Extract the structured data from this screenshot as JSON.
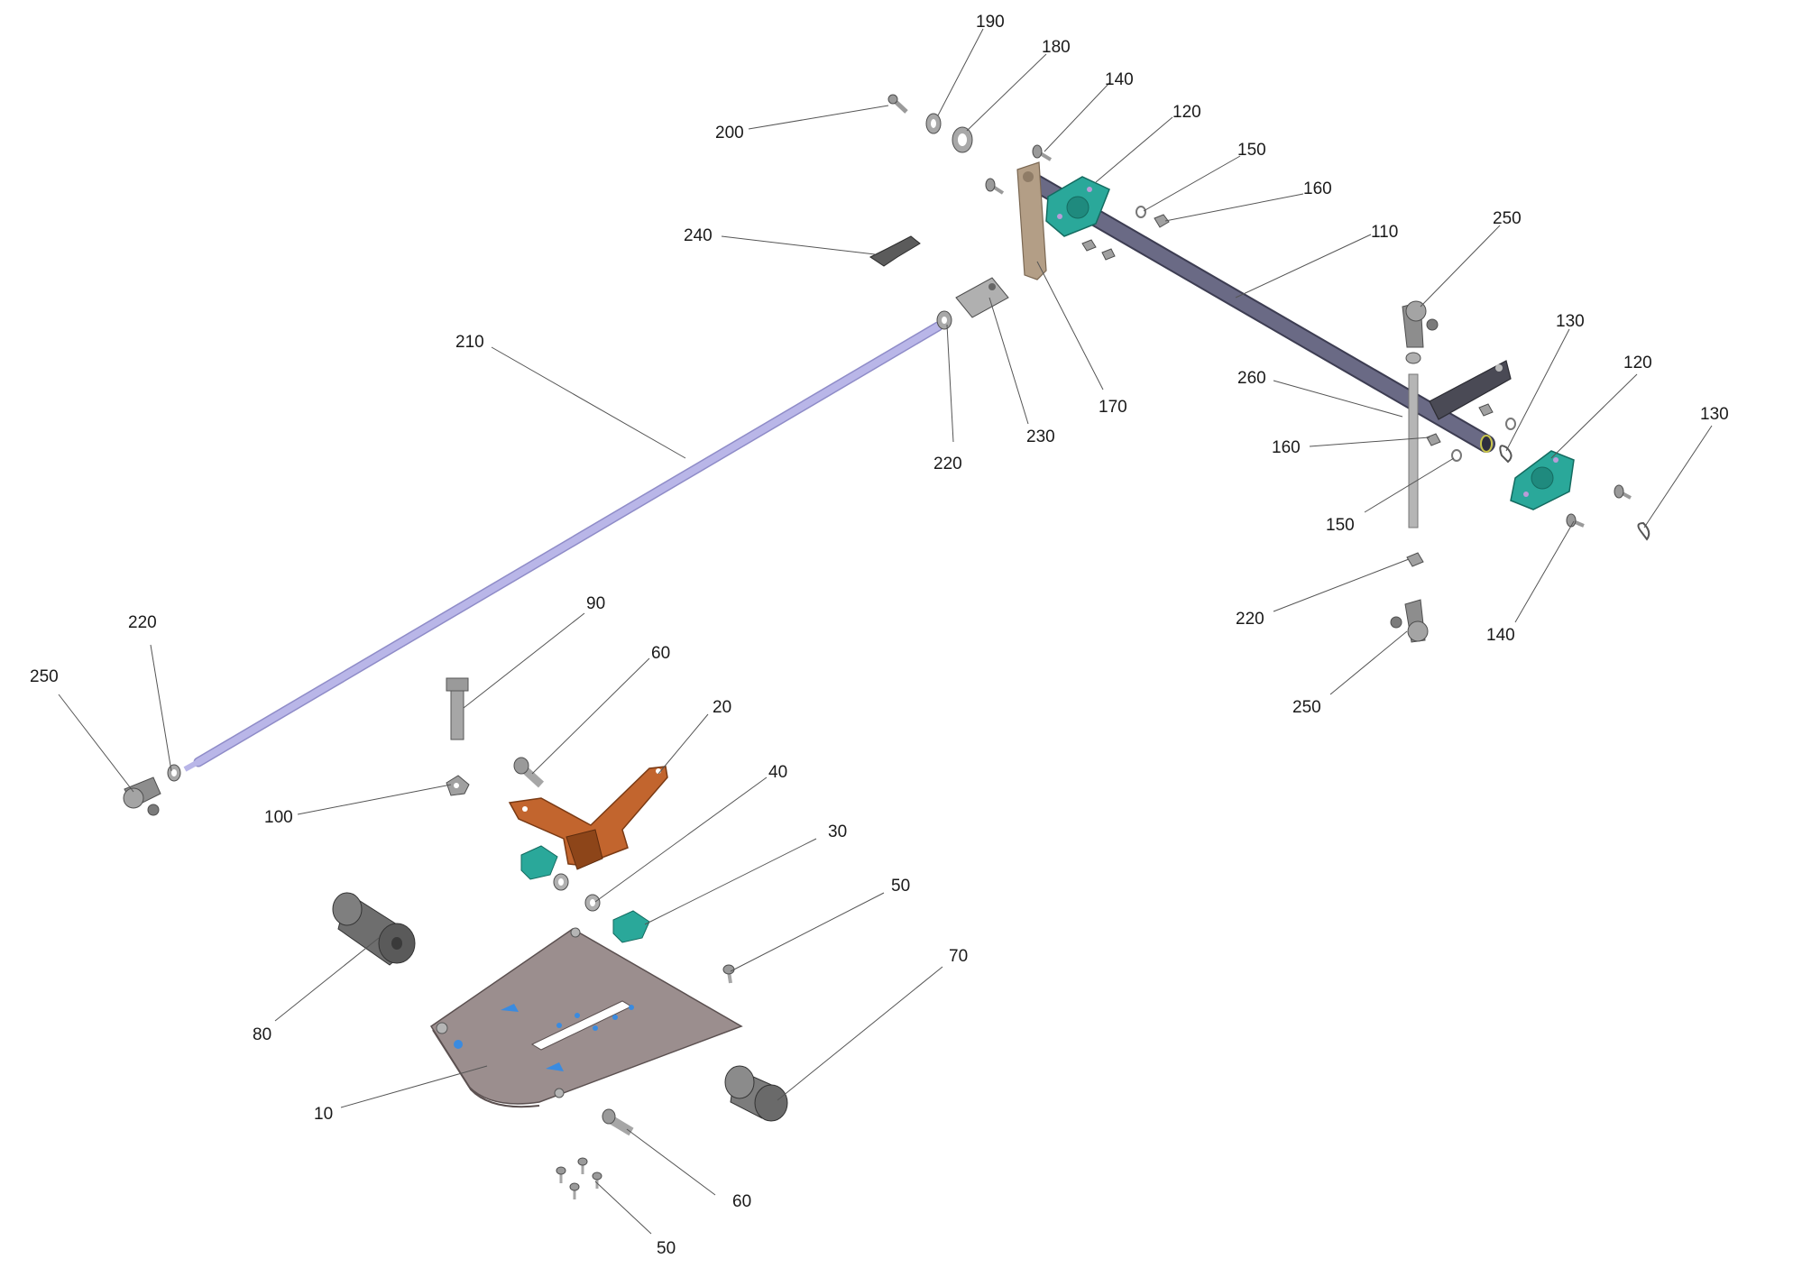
{
  "colors": {
    "rod_long": "#b9b6e8",
    "rod_edge": "#8f8cc8",
    "shaft": "#6a6a85",
    "shaft_edge": "#3d3d52",
    "plate": "#9b8e8e",
    "plate_edge": "#5b5050",
    "bracket_orange": "#c2652e",
    "bracket_edge": "#7a3a14",
    "block_teal": "#2aa89a",
    "block_edge": "#146b60",
    "lever_tan": "#b39e86",
    "lever_edge": "#7a6752",
    "hardware_gray": "#9a9a9a",
    "hardware_edge": "#4e4e4e",
    "roller_gray": "#6e6e6e",
    "accent_blue": "#3a8be0",
    "leader_line": "#555555"
  },
  "callouts": {
    "c190": "190",
    "c180": "180",
    "c140a": "140",
    "c120a": "120",
    "c150a": "150",
    "c160a": "160",
    "c200": "200",
    "c240": "240",
    "c110": "110",
    "c250a": "250",
    "c210": "210",
    "c170": "170",
    "c230": "230",
    "c220a": "220",
    "c130a": "130",
    "c120b": "120",
    "c260": "260",
    "c130b": "130",
    "c160b": "160",
    "c150b": "150",
    "c220b": "220",
    "c140b": "140",
    "c250b": "250",
    "c90": "90",
    "c220c": "220",
    "c250c": "250",
    "c60a": "60",
    "c20": "20",
    "c100": "100",
    "c40": "40",
    "c30": "30",
    "c50a": "50",
    "c70": "70",
    "c80": "80",
    "c10": "10",
    "c60b": "60",
    "c50b": "50"
  }
}
